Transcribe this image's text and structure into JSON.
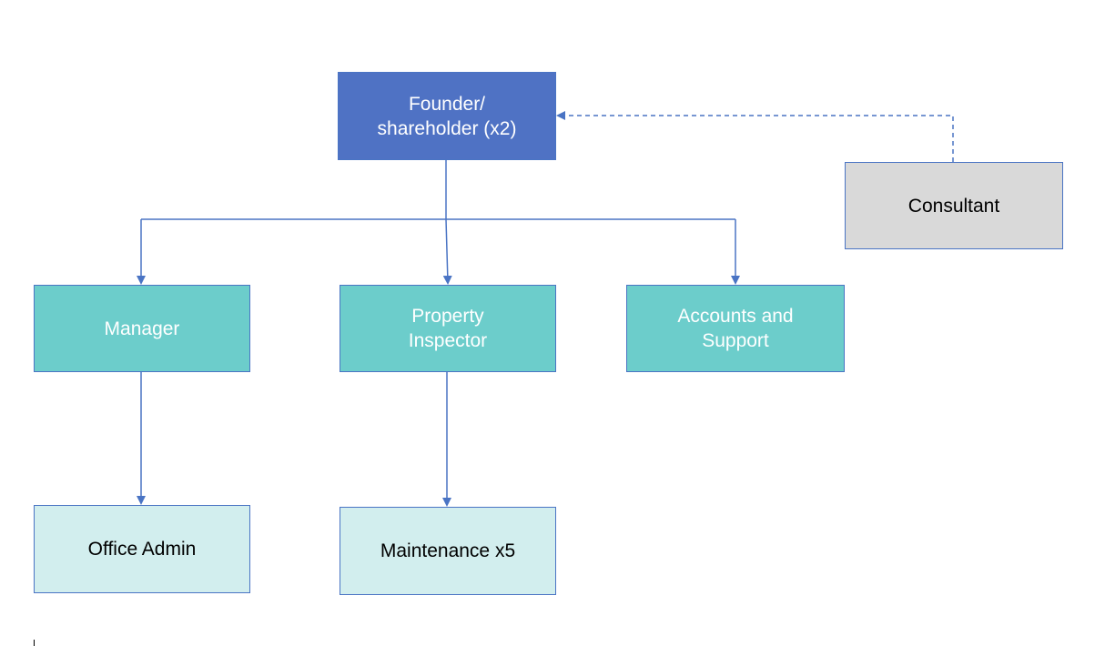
{
  "diagram": {
    "type": "org-chart",
    "nodes": [
      {
        "id": "founder",
        "label": "Founder/\nshareholder (x2)",
        "fill": "#4f72c4"
      },
      {
        "id": "consultant",
        "label": "Consultant",
        "fill": "#d9d9d9"
      },
      {
        "id": "manager",
        "label": "Manager",
        "fill": "#6ccdcb"
      },
      {
        "id": "inspector",
        "label": "Property\nInspector",
        "fill": "#6ccdcb"
      },
      {
        "id": "accounts",
        "label": "Accounts and\nSupport",
        "fill": "#6ccdcb"
      },
      {
        "id": "office",
        "label": "Office Admin",
        "fill": "#d2eeee"
      },
      {
        "id": "maintenance",
        "label": "Maintenance x5",
        "fill": "#d2eeee"
      }
    ],
    "edges": [
      {
        "from": "founder",
        "to": "manager",
        "style": "solid"
      },
      {
        "from": "founder",
        "to": "inspector",
        "style": "solid"
      },
      {
        "from": "founder",
        "to": "accounts",
        "style": "solid"
      },
      {
        "from": "manager",
        "to": "office",
        "style": "solid"
      },
      {
        "from": "inspector",
        "to": "maintenance",
        "style": "solid"
      },
      {
        "from": "consultant",
        "to": "founder",
        "style": "dashed"
      }
    ],
    "line_color": "#4a74c4"
  }
}
